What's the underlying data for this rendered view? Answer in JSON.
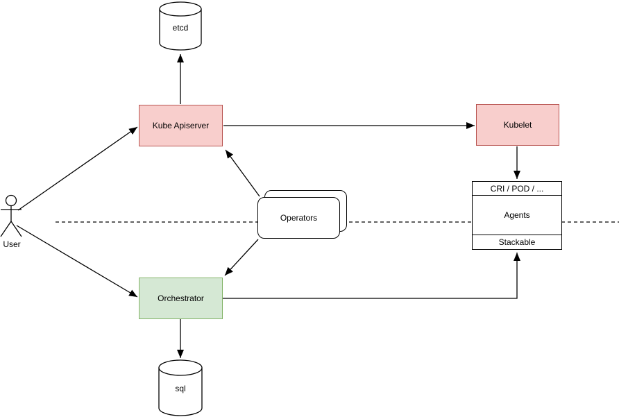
{
  "diagram": {
    "nodes": {
      "etcd": {
        "label": "etcd",
        "shape": "cylinder"
      },
      "kube_apiserver": {
        "label": "Kube Apiserver",
        "fill": "#f8cecc",
        "stroke": "#b85450"
      },
      "kubelet": {
        "label": "Kubelet",
        "fill": "#f8cecc",
        "stroke": "#b85450"
      },
      "operators": {
        "label": "Operators",
        "shape": "stacked-rounded-rectangle"
      },
      "orchestrator": {
        "label": "Orchestrator",
        "fill": "#d5e8d4",
        "stroke": "#82b366"
      },
      "agents": {
        "header": "CRI / POD / ...",
        "body": "Agents",
        "footer": "Stackable"
      },
      "sql": {
        "label": "sql",
        "shape": "cylinder"
      },
      "user": {
        "label": "User",
        "shape": "actor"
      }
    },
    "edges": [
      {
        "from": "user",
        "to": "kube_apiserver",
        "arrow": "end"
      },
      {
        "from": "user",
        "to": "orchestrator",
        "arrow": "end"
      },
      {
        "from": "kube_apiserver",
        "to": "etcd",
        "arrow": "end"
      },
      {
        "from": "kube_apiserver",
        "to": "kubelet",
        "arrow": "end"
      },
      {
        "from": "operators",
        "to": "kube_apiserver",
        "arrow": "end"
      },
      {
        "from": "operators",
        "to": "orchestrator",
        "arrow": "end"
      },
      {
        "from": "kubelet",
        "to": "agents",
        "arrow": "end"
      },
      {
        "from": "orchestrator",
        "to": "agents",
        "arrow": "end"
      },
      {
        "from": "orchestrator",
        "to": "sql",
        "arrow": "end"
      }
    ],
    "separator": {
      "style": "dashed",
      "color": "#000000"
    },
    "colors": {
      "pink_fill": "#f8cecc",
      "pink_stroke": "#b85450",
      "green_fill": "#d5e8d4",
      "green_stroke": "#82b366",
      "line": "#000000",
      "background": "#ffffff"
    }
  }
}
